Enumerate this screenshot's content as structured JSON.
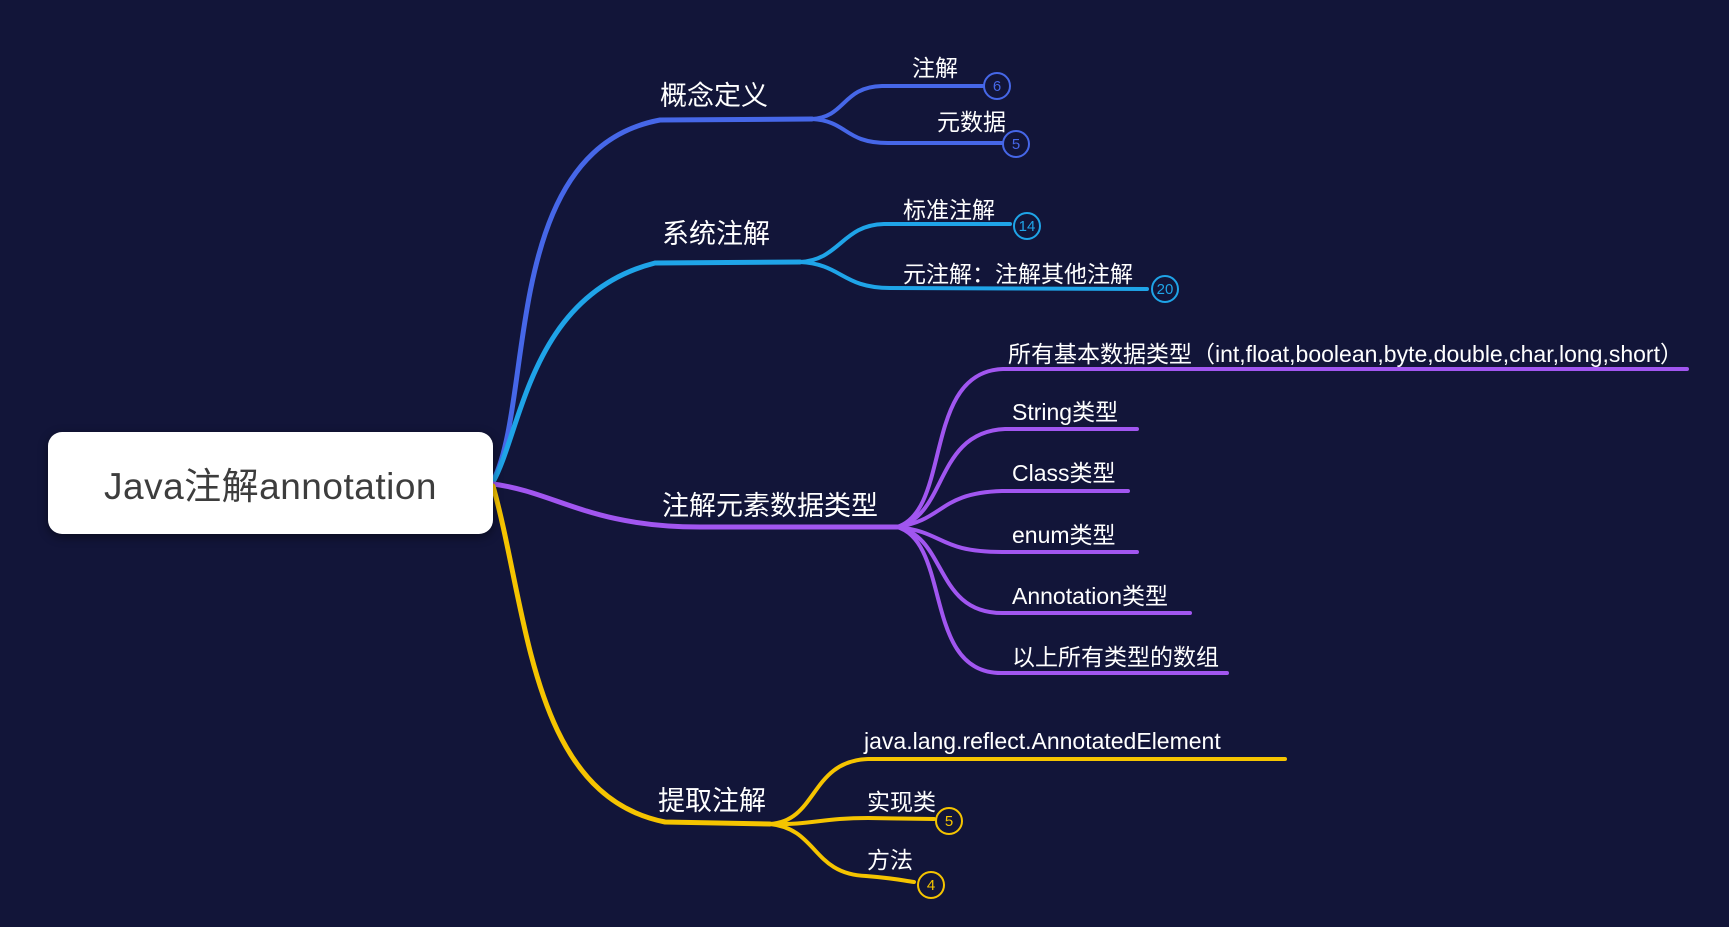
{
  "background": "#121539",
  "root": {
    "label": "Java注解annotation",
    "bg": "#ffffff",
    "text_color": "#3d3d3d"
  },
  "branches": [
    {
      "label": "概念定义",
      "color": "#4667e8",
      "children": [
        {
          "label": "注解",
          "badge": "6"
        },
        {
          "label": "元数据",
          "badge": "5"
        }
      ]
    },
    {
      "label": "系统注解",
      "color": "#1fa4e8",
      "children": [
        {
          "label": "标准注解",
          "badge": "14"
        },
        {
          "label": "元注解：注解其他注解",
          "badge": "20"
        }
      ]
    },
    {
      "label": "注解元素数据类型",
      "color": "#a156f0",
      "children": [
        {
          "label": "所有基本数据类型（int,float,boolean,byte,double,char,long,short）"
        },
        {
          "label": "String类型"
        },
        {
          "label": "Class类型"
        },
        {
          "label": "enum类型"
        },
        {
          "label": "Annotation类型"
        },
        {
          "label": "以上所有类型的数组"
        }
      ]
    },
    {
      "label": "提取注解",
      "color": "#f5c400",
      "children": [
        {
          "label": "java.lang.reflect.AnnotatedElement"
        },
        {
          "label": "实现类",
          "badge": "5"
        },
        {
          "label": "方法",
          "badge": "4"
        }
      ]
    }
  ]
}
